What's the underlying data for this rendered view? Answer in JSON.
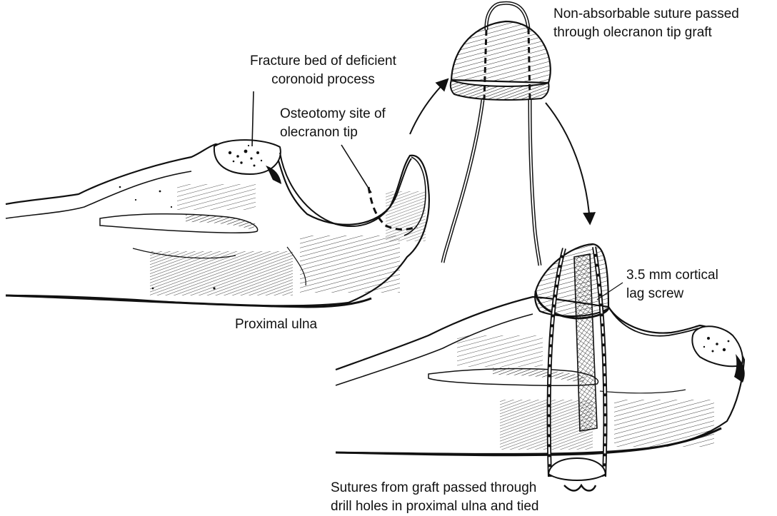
{
  "colors": {
    "ink": "#111111",
    "background": "#ffffff"
  },
  "labels": {
    "fracture_bed": {
      "line1": "Fracture bed of deficient",
      "line2": "coronoid process"
    },
    "osteotomy": {
      "line1": "Osteotomy site of",
      "line2": "olecranon tip"
    },
    "suture": {
      "line1": "Non-absorbable suture passed",
      "line2": "through olecranon tip graft"
    },
    "proximal_ulna": "Proximal ulna",
    "lag_screw": {
      "line1": "3.5 mm cortical",
      "line2": "lag screw"
    },
    "drill_holes": {
      "line1": "Sutures from graft passed through",
      "line2": "drill holes in proximal ulna and tied"
    }
  }
}
